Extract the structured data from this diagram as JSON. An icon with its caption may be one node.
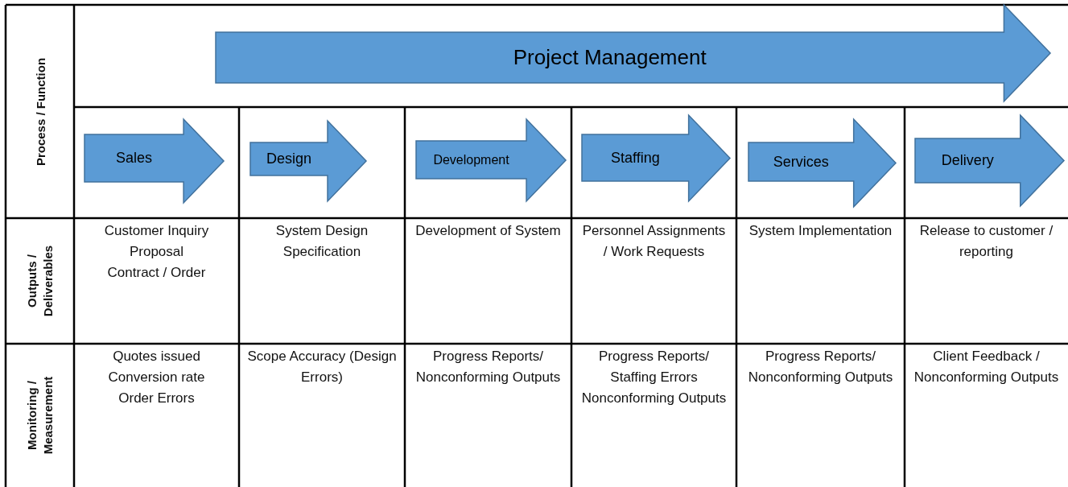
{
  "diagram": {
    "nodes": [
      {
        "text": [
          "Project Management"
        ]
      },
      {
        "text": [
          "Sales"
        ]
      },
      {
        "text": [
          "Design"
        ]
      },
      {
        "text": [
          "Development"
        ]
      },
      {
        "text": [
          "Staffing"
        ]
      },
      {
        "text": [
          "Services"
        ]
      },
      {
        "text": [
          "Delivery"
        ]
      }
    ],
    "labels": [
      "Process / Function",
      "Outputs / Deliverables",
      "Customer Inquiry",
      "Proposal",
      "Contract / Order",
      "System Design Specification",
      "Development of System",
      "Personnel Assignments / Work Requests",
      "System Implementation",
      "Release to customer / reporting",
      "Monitoring / Measurement",
      "Quotes issued",
      "Conversion rate",
      "Order Errors",
      "Scope Accuracy (Design Errors)",
      "Progress Reports/ Nonconforming Outputs",
      "Progress Reports/ Staffing Errors",
      "Nonconforming Outputs",
      "Progress Reports/ Nonconforming Outputs",
      "Client Feedback / Nonconforming Outputs"
    ]
  }
}
